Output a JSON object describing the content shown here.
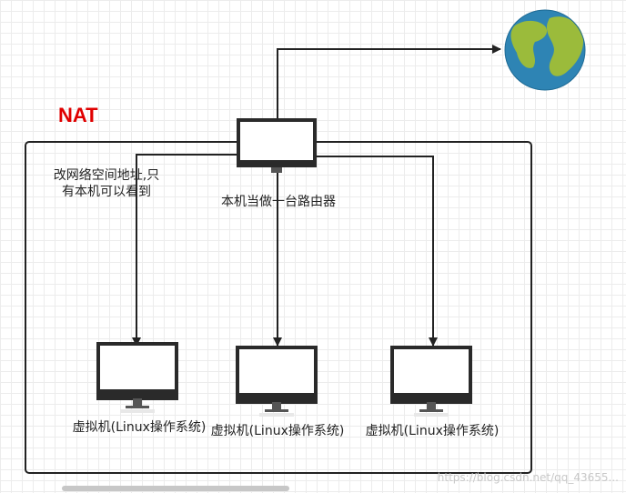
{
  "title": "NAT",
  "note": "改网络空间地址,只有本机可以看到",
  "router": {
    "label": "本机当做一台路由器"
  },
  "internet": {
    "icon": "globe-icon"
  },
  "vms": [
    {
      "label": "虚拟机(Linux操作系统)"
    },
    {
      "label": "虚拟机(Linux操作系统)"
    },
    {
      "label": "虚拟机(Linux操作系统)"
    }
  ],
  "watermark": "https://blog.csdn.net/qq_43655..."
}
